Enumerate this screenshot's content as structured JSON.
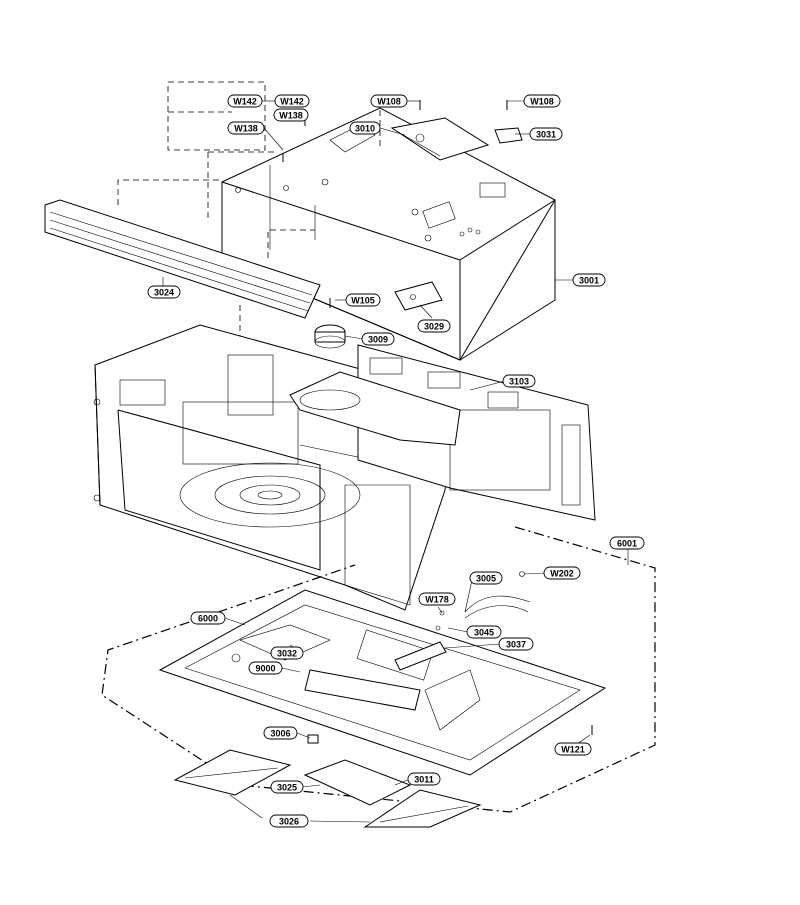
{
  "diagram": {
    "part_labels": {
      "w142_a": "W142",
      "w142_b": "W142",
      "w138_a": "W138",
      "w138_b": "W138",
      "w108_a": "W108",
      "w108_b": "W108",
      "p3010": "3010",
      "p3031": "3031",
      "p3001": "3001",
      "p3024": "3024",
      "w105": "W105",
      "p3029": "3029",
      "p3009": "3009",
      "p3103": "3103",
      "p6001": "6001",
      "p3005": "3005",
      "w202": "W202",
      "w178": "W178",
      "p6000": "6000",
      "p3045": "3045",
      "p3037": "3037",
      "p3032": "3032",
      "p9000": "9000",
      "p3006": "3006",
      "w121": "W121",
      "p3011": "3011",
      "p3025": "3025",
      "p3026": "3026"
    }
  }
}
